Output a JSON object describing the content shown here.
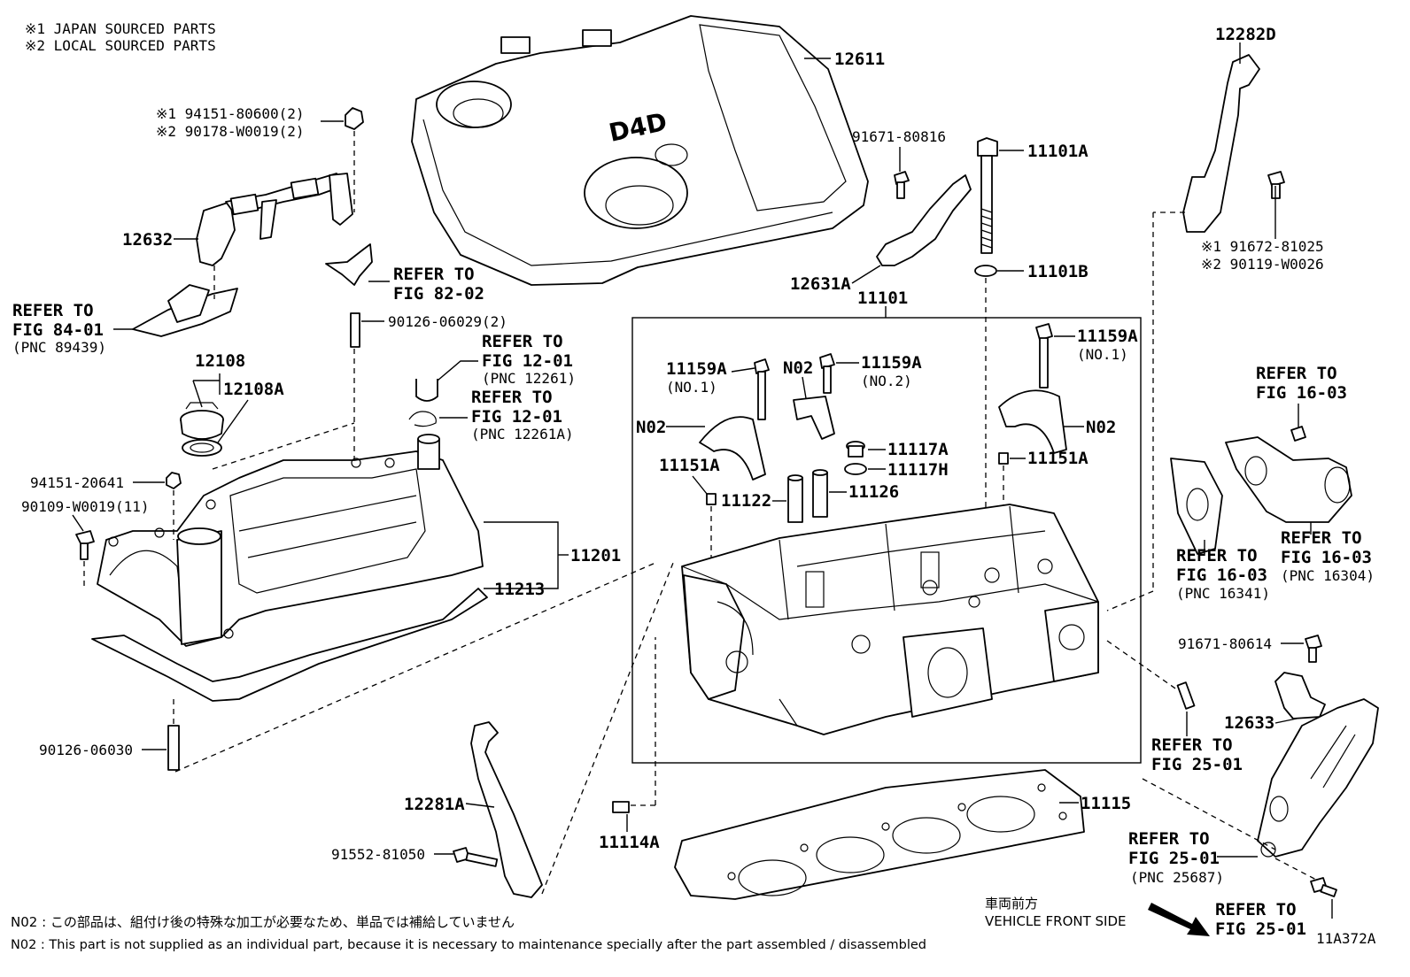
{
  "header_notes": [
    "※1 JAPAN SOURCED PARTS",
    "※2 LOCAL SOURCED PARTS"
  ],
  "logo_text": "D4D",
  "labels": {
    "p12611": "12611",
    "p12282D": "12282D",
    "p91671_80816": "91671-80816",
    "p11101A": "11101A",
    "p11101B": "11101B",
    "p12631A": "12631A",
    "p11101": "11101",
    "p91672_81025": "※1 91672-81025",
    "p90119_W0026": "※2 90119-W0026",
    "p94151_80600": "※1 94151-80600(2)",
    "p90178_W0019": "※2 90178-W0019(2)",
    "p12632": "12632",
    "p90126_06029": "90126-06029(2)",
    "p12108": "12108",
    "p12108A": "12108A",
    "p11159A_l": "11159A",
    "p11159A_l_sub": "(NO.1)",
    "pN02_top": "N02",
    "p11159A_m": "11159A",
    "p11159A_m_sub": "(NO.2)",
    "p11159A_r": "11159A",
    "p11159A_r_sub": "(NO.1)",
    "pN02_left": "N02",
    "pN02_right": "N02",
    "p11117A": "11117A",
    "p11117H": "11117H",
    "p11151A_l": "11151A",
    "p11151A_r": "11151A",
    "p11122": "11122",
    "p11126": "11126",
    "p94151_20641": "94151-20641",
    "p90109_W0019": "90109-W0019(11)",
    "p11201": "11201",
    "p11213": "11213",
    "p90126_06030": "90126-06030",
    "p12281A": "12281A",
    "p91552_81050": "91552-81050",
    "p11114A": "11114A",
    "p11115": "11115",
    "p91671_80614": "91671-80614",
    "p12633": "12633",
    "code": "11A372A"
  },
  "refers": [
    {
      "id": "r82",
      "lines": [
        "REFER TO",
        "FIG 82-02"
      ]
    },
    {
      "id": "r84",
      "lines": [
        "REFER TO",
        "FIG 84-01",
        "(PNC 89439)"
      ]
    },
    {
      "id": "r12a",
      "lines": [
        "REFER TO",
        "FIG 12-01",
        "(PNC 12261)"
      ]
    },
    {
      "id": "r12b",
      "lines": [
        "REFER TO",
        "FIG 12-01",
        "(PNC 12261A)"
      ]
    },
    {
      "id": "r16a",
      "lines": [
        "REFER TO",
        "FIG 16-03"
      ]
    },
    {
      "id": "r16b",
      "lines": [
        "REFER TO",
        "FIG 16-03",
        "(PNC 16341)"
      ]
    },
    {
      "id": "r16c",
      "lines": [
        "REFER TO",
        "FIG 16-03",
        "(PNC 16304)"
      ]
    },
    {
      "id": "r25a",
      "lines": [
        "REFER TO",
        "FIG 25-01"
      ]
    },
    {
      "id": "r25b",
      "lines": [
        "REFER TO",
        "FIG 25-01",
        "(PNC 25687)"
      ]
    },
    {
      "id": "r25c",
      "lines": [
        "REFER TO",
        "FIG 25-01"
      ]
    }
  ],
  "vehicle_front": [
    "車両前方",
    "VEHICLE FRONT SIDE"
  ],
  "footnotes": [
    "N02 : この部品は、組付け後の特殊な加工が必要なため、単品では補給していません",
    "N02 : This part is not supplied as an individual part, because it is necessary to maintenance specially after the part assembled / disassembled"
  ]
}
